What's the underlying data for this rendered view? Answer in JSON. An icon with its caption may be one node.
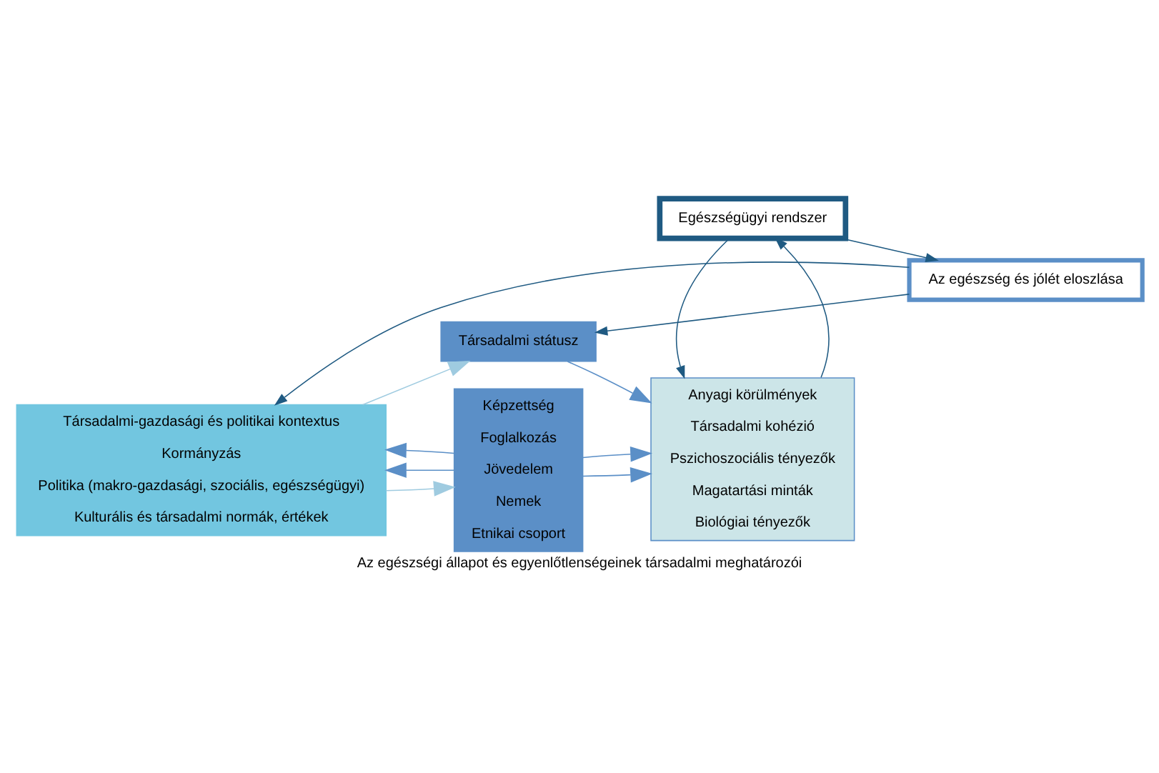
{
  "diagram": {
    "caption": "Az egészségi állapot és egyenlőtlenségeinek társadalmi meghatározói",
    "nodes": [
      {
        "text": [
          "Társadalmi-gazdasági és politikai kontextus",
          "Kormányzás",
          "Politika (makro-gazdasági, szociális, egészségügyi)",
          "Kulturális és társadalmi normák, értékek"
        ]
      },
      {
        "text": [
          "Társadalmi státusz"
        ]
      },
      {
        "text": [
          "Képzettség",
          "Foglalkozás",
          "Jövedelem",
          "Nemek",
          "Etnikai csoport"
        ]
      },
      {
        "text": [
          "Anyagi körülmények",
          "Társadalmi kohézió",
          "Pszichoszociális tényezők",
          "Magatartási minták",
          "Biológiai tényezők"
        ]
      },
      {
        "text": [
          "Az egészség és jólét eloszlása"
        ]
      },
      {
        "text": [
          "Egészségügyi rendszer"
        ]
      }
    ],
    "edges": [
      {
        "from": 0,
        "to": 1,
        "arrow": "to",
        "color": "#9fcbe0"
      },
      {
        "from": 2,
        "to": 0,
        "arrow": "to",
        "color": "#5b8fc7"
      },
      {
        "from": 0,
        "to": 2,
        "arrow": "to",
        "color": "#9fcbe0"
      },
      {
        "from": 2,
        "to": 0,
        "arrow": "to",
        "color": "#5b8fc7"
      },
      {
        "from": 1,
        "to": 3,
        "arrow": "to",
        "color": "#5b8fc7"
      },
      {
        "from": 2,
        "to": 3,
        "arrow": "to",
        "color": "#5b8fc7"
      },
      {
        "from": 2,
        "to": 3,
        "arrow": "to",
        "color": "#5b8fc7"
      },
      {
        "from": 4,
        "to": 0,
        "arrow": "to"
      },
      {
        "from": 4,
        "to": 1,
        "arrow": "to"
      },
      {
        "from": 3,
        "to": 5,
        "arrow": "to"
      },
      {
        "from": 5,
        "to": 3,
        "arrow": "to"
      },
      {
        "from": 5,
        "to": 4,
        "arrow": "to"
      }
    ]
  }
}
